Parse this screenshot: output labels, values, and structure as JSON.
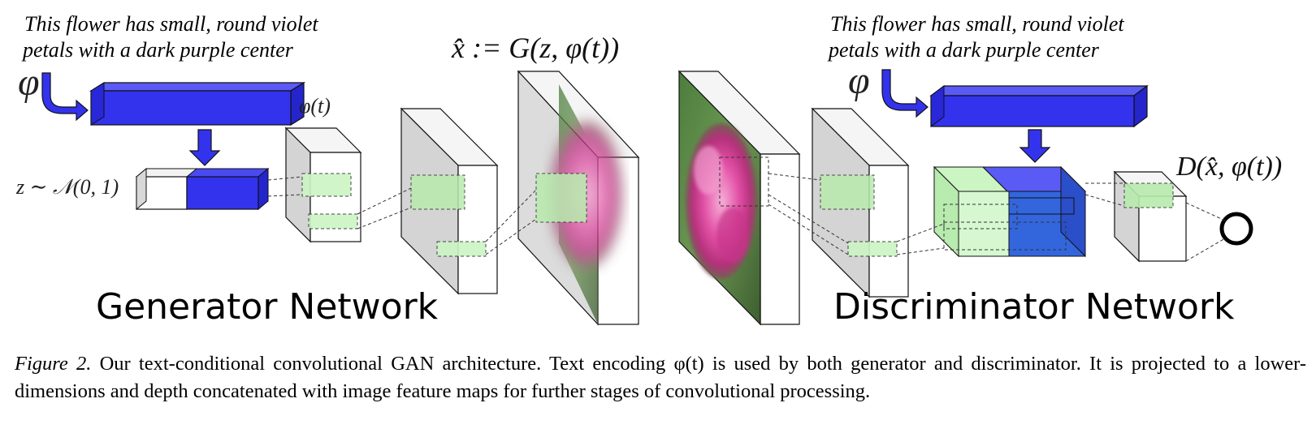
{
  "generator": {
    "description_line1": "This flower has small, round violet",
    "description_line2": "petals with a dark purple center",
    "phi_symbol": "φ",
    "phi_t_label": "φ(t)",
    "noise_label": "z ∼ 𝒩(0, 1)",
    "output_formula": "x̂ := G(z, φ(t))",
    "network_label": "Generator Network"
  },
  "discriminator": {
    "description_line1": "This flower has small, round violet",
    "description_line2": "petals with a dark purple center",
    "phi_symbol": "φ",
    "output_formula": "D(x̂, φ(t))",
    "network_label": "Discriminator Network"
  },
  "caption": {
    "prefix": "Figure 2.",
    "text": " Our text-conditional convolutional GAN architecture.  Text encoding φ(t) is used by both generator and discriminator.  It is projected to a lower-dimensions and depth concatenated with image feature maps for further stages of convolutional processing."
  },
  "colors": {
    "embedding_blue": "#3333ee",
    "feature_green": "#ccf5c4",
    "block_gray": "#d4d4d4",
    "flower_pink": "#e24fa6"
  }
}
